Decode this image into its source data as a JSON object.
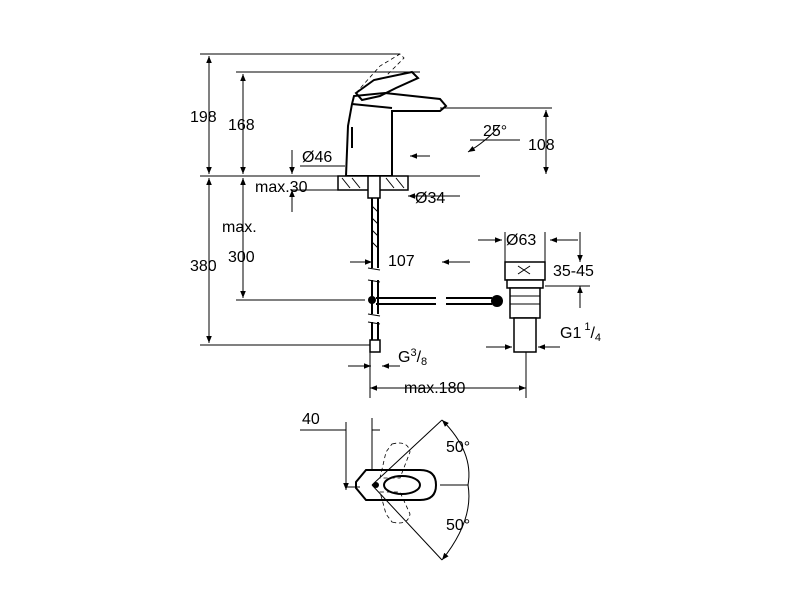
{
  "faucet_side_view": {
    "height_total": "198",
    "height_spout": "168",
    "spout_angle": "25°",
    "spout_height": "108",
    "base_diameter": "Ø46",
    "max_deck_thickness": "max.30",
    "hole_diameter": "Ø34",
    "max_label": "max.",
    "hose_length_total": "380",
    "hose_length": "300",
    "hose_thread_base": "G",
    "hose_thread_num": "3",
    "hose_thread_den": "8",
    "max_projection": "max.180",
    "pullrod_offset": "107"
  },
  "waste_detail": {
    "flange_diameter": "Ø63",
    "range": "35-45",
    "thread_base": "G1",
    "thread_num": "1",
    "thread_den": "4"
  },
  "top_view": {
    "offset": "40",
    "rotation_upper": "50°",
    "rotation_lower": "50°"
  }
}
